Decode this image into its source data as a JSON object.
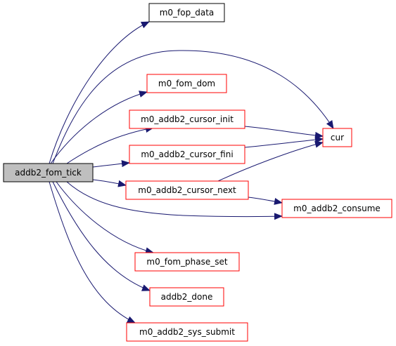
{
  "colors": {
    "edge": "#191970",
    "root_fill": "#bfbfbf",
    "root_border": "#000000",
    "link_border": "#ff0000",
    "plain_border": "#000000",
    "text": "#000000"
  },
  "nodes": {
    "addb2_fom_tick": "addb2_fom_tick",
    "m0_fop_data": "m0_fop_data",
    "m0_fom_dom": "m0_fom_dom",
    "m0_addb2_cursor_init": "m0_addb2_cursor_init",
    "m0_addb2_cursor_fini": "m0_addb2_cursor_fini",
    "m0_addb2_cursor_next": "m0_addb2_cursor_next",
    "cur": "cur",
    "m0_addb2_consume": "m0_addb2_consume",
    "m0_fom_phase_set": "m0_fom_phase_set",
    "addb2_done": "addb2_done",
    "m0_addb2_sys_submit": "m0_addb2_sys_submit"
  },
  "edges": [
    [
      "addb2_fom_tick",
      "m0_fop_data"
    ],
    [
      "addb2_fom_tick",
      "cur"
    ],
    [
      "addb2_fom_tick",
      "m0_fom_dom"
    ],
    [
      "addb2_fom_tick",
      "m0_addb2_cursor_init"
    ],
    [
      "addb2_fom_tick",
      "m0_addb2_cursor_fini"
    ],
    [
      "addb2_fom_tick",
      "m0_addb2_cursor_next"
    ],
    [
      "addb2_fom_tick",
      "m0_addb2_consume"
    ],
    [
      "addb2_fom_tick",
      "m0_fom_phase_set"
    ],
    [
      "addb2_fom_tick",
      "addb2_done"
    ],
    [
      "addb2_fom_tick",
      "m0_addb2_sys_submit"
    ],
    [
      "m0_addb2_cursor_init",
      "cur"
    ],
    [
      "m0_addb2_cursor_fini",
      "cur"
    ],
    [
      "m0_addb2_cursor_next",
      "cur"
    ],
    [
      "m0_addb2_cursor_next",
      "m0_addb2_consume"
    ]
  ]
}
